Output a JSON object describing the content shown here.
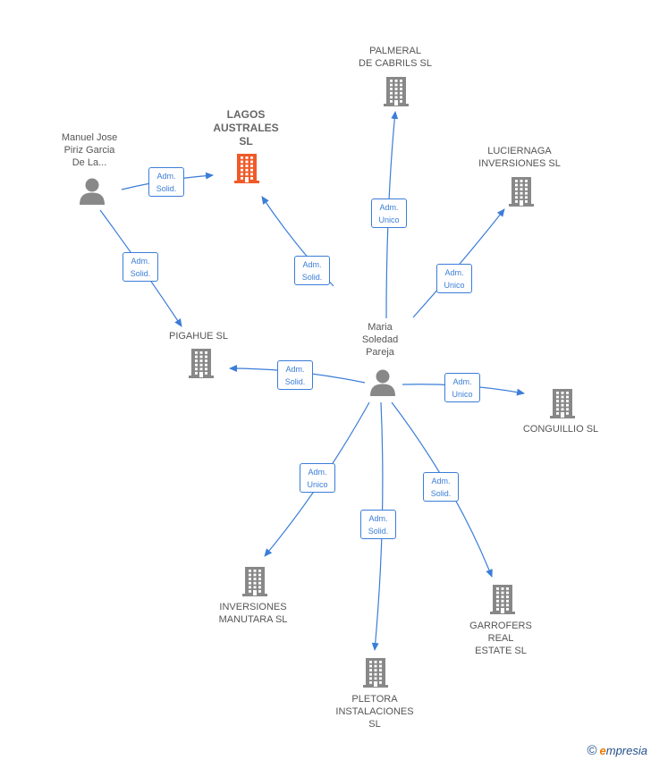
{
  "colors": {
    "edge": "#3b7dd8",
    "node": "#888888",
    "highlight": "#f05a28"
  },
  "nodes": [
    {
      "id": "mj",
      "type": "person",
      "label": "Manuel Jose\nPiriz Garcia\nDe La...",
      "highlight": false
    },
    {
      "id": "msp",
      "type": "person",
      "label": "Maria\nSoledad\nPareja",
      "highlight": false
    },
    {
      "id": "lag",
      "type": "company",
      "label": "LAGOS\nAUSTRALES\nSL",
      "highlight": true
    },
    {
      "id": "pal",
      "type": "company",
      "label": "PALMERAL\nDE CABRILS  SL",
      "highlight": false
    },
    {
      "id": "luc",
      "type": "company",
      "label": "LUCIERNAGA\nINVERSIONES SL",
      "highlight": false
    },
    {
      "id": "pig",
      "type": "company",
      "label": "PIGAHUE  SL",
      "highlight": false
    },
    {
      "id": "con",
      "type": "company",
      "label": "CONGUILLIO  SL",
      "highlight": false
    },
    {
      "id": "inv",
      "type": "company",
      "label": "INVERSIONES\nMANUTARA  SL",
      "highlight": false
    },
    {
      "id": "gar",
      "type": "company",
      "label": "GARROFERS\nREAL\nESTATE  SL",
      "highlight": false
    },
    {
      "id": "ple",
      "type": "company",
      "label": "PLETORA\nINSTALACIONES\nSL",
      "highlight": false
    }
  ],
  "edges": [
    {
      "from": "mj",
      "to": "lag",
      "label": "Adm.\nSolid."
    },
    {
      "from": "mj",
      "to": "pig",
      "label": "Adm.\nSolid."
    },
    {
      "from": "msp",
      "to": "lag",
      "label": "Adm.\nSolid."
    },
    {
      "from": "msp",
      "to": "pal",
      "label": "Adm.\nUnico"
    },
    {
      "from": "msp",
      "to": "luc",
      "label": "Adm.\nUnico"
    },
    {
      "from": "msp",
      "to": "pig",
      "label": "Adm.\nSolid."
    },
    {
      "from": "msp",
      "to": "con",
      "label": "Adm.\nUnico"
    },
    {
      "from": "msp",
      "to": "inv",
      "label": "Adm.\nUnico"
    },
    {
      "from": "msp",
      "to": "gar",
      "label": "Adm.\nSolid."
    },
    {
      "from": "msp",
      "to": "ple",
      "label": "Adm.\nSolid."
    }
  ],
  "footer": {
    "copyright_symbol": "©",
    "brand_initial": "e",
    "brand_rest": "mpresia"
  }
}
